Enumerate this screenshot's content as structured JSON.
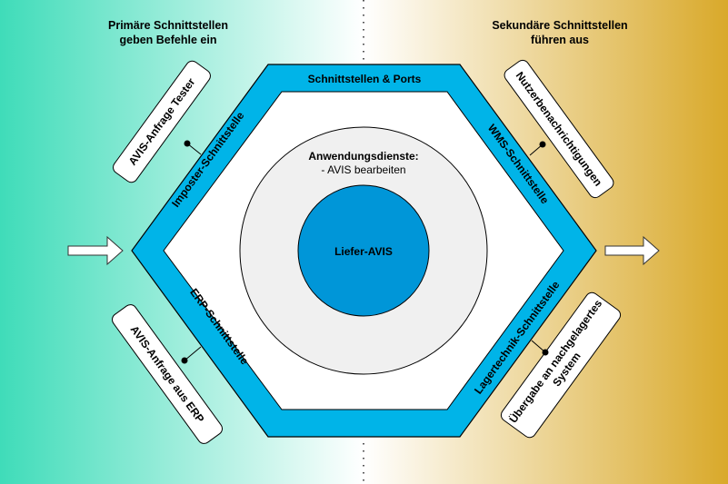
{
  "colors": {
    "left_gradient_start": "#3fdcb9",
    "left_gradient_end": "#ffffff",
    "right_gradient_start": "#ffffff",
    "right_gradient_end": "#d9a92a",
    "hex_ring": "#00b4e8",
    "hex_inner": "#ffffff",
    "app_circle": "#f0f0f0",
    "domain_circle": "#0096d8",
    "box_fill": "#ffffff",
    "stroke": "#000000"
  },
  "headings": {
    "primary": [
      "Primäre Schnittstellen",
      "geben Befehle ein"
    ],
    "secondary": [
      "Sekundäre Schnittstellen",
      "führen aus"
    ]
  },
  "hexagon": {
    "title": "Schnittstellen & Ports",
    "ports": {
      "top_left": "Imposter-Schnittstelle",
      "bottom_left": "ERP-Schnittstelle",
      "top_right": "WMS-Schnittstelle",
      "bottom_right": "Lagertechnik-Schnittstelle"
    }
  },
  "application": {
    "title": "Anwendungsdienste:",
    "items": [
      "- AVIS bearbeiten"
    ]
  },
  "domain": {
    "label": "Liefer-AVIS"
  },
  "adapters": {
    "top_left": [
      "AVIS-Anfrage Tester"
    ],
    "bottom_left": [
      "AVIS-Anfrage aus ERP"
    ],
    "top_right": [
      "Nutzerbenachrichtigungen"
    ],
    "bottom_right": [
      "Übergabe an nachgelagertes",
      "System"
    ]
  },
  "arrows": {
    "left": "arrow-right",
    "right": "arrow-right"
  }
}
